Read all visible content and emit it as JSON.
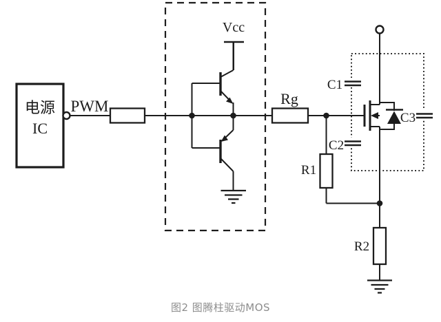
{
  "labels": {
    "power_ic_line1": "电源",
    "power_ic_line2": "IC",
    "pwm_signal": "PWM",
    "vcc": "Vcc",
    "gate_resistor": "Rg",
    "cap_c1": "C1",
    "cap_c2": "C2",
    "cap_c3": "C3",
    "res_r1": "R1",
    "res_r2": "R2"
  },
  "figure": {
    "caption": "图2 图腾柱驱动MOS"
  },
  "colors": {
    "line": "#1c1c1c",
    "caption_text": "#8d8d8d",
    "background": "#ffffff"
  }
}
